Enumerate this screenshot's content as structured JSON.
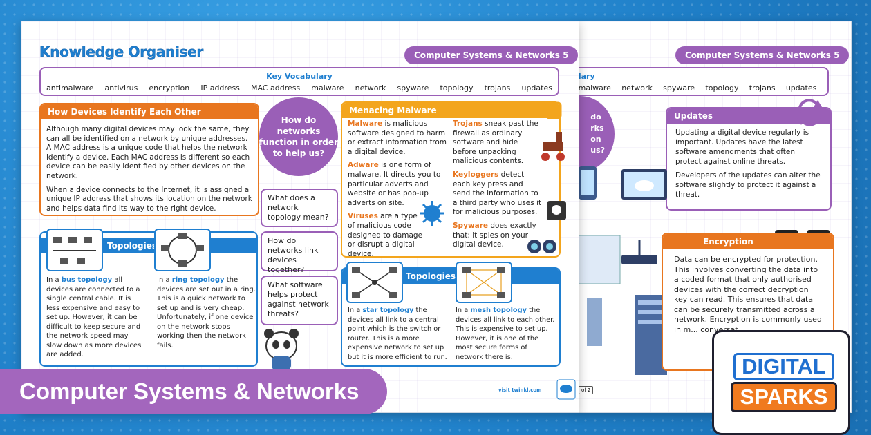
{
  "banner": {
    "title": "Computer Systems & Networks"
  },
  "logo": {
    "line1": "DIGITAL",
    "line2": "SPARKS"
  },
  "front": {
    "title": "Knowledge Organiser",
    "topic": "Computer Systems & Networks 5",
    "vocab_heading": "Key Vocabulary",
    "vocab": [
      "antimalware",
      "antivirus",
      "encryption",
      "IP address",
      "MAC address",
      "malware",
      "network",
      "spyware",
      "topology",
      "trojans",
      "updates"
    ],
    "identify": {
      "heading": "How Devices Identify Each Other",
      "p1": "Although many digital devices may look the same, they can all be identified on a network by unique addresses. A MAC address is a unique code that helps the network identify a device. Each MAC address is different so each device can be easily identified by other devices on the network.",
      "p2": "When a device connects to the Internet, it is assigned a unique IP address that shows its location on the network and helps data find its way to the right device."
    },
    "big_question": "How do networks function in order to help us?",
    "questions": [
      "What does a network topology mean?",
      "How do networks link devices together?",
      "What software helps protect against network threats?"
    ],
    "topologies1": {
      "heading": "Topologies",
      "bus_kw": "bus topology",
      "bus_pre": "In a ",
      "bus_text": "all devices are connected to a single central cable. It is less expensive and easy to set up. However, it can be difficult to keep secure and the network speed may slow down as more devices are added.",
      "ring_kw": "ring topology",
      "ring_pre": "In a ",
      "ring_text": "the devices are set out in a ring. This is a quick network to set up and is very cheap. Unfortunately, if one device on the network stops working then the network fails."
    },
    "malware": {
      "heading": "Menacing Malware",
      "malware_kw": "Malware",
      "malware_text": " is malicious software designed to harm or extract information from a digital device.",
      "adware_kw": "Adware",
      "adware_text": " is one form of malware. It directs you to particular adverts and website or has pop-up adverts on site.",
      "virus_kw": "Viruses",
      "virus_text": " are a type of malicious code designed to damage or disrupt a digital device.",
      "trojan_kw": "Trojans",
      "trojan_text": " sneak past the firewall as ordinary software and hide before unpacking malicious contents.",
      "keylog_kw": "Keyloggers",
      "keylog_text": " detect each key press and send the information to a third party who uses it for malicious purposes.",
      "spy_kw": "Spyware",
      "spy_text": " does exactly that: it spies on your digital device."
    },
    "topologies2": {
      "heading": "Topologies",
      "star_pre": "In a ",
      "star_kw": "star topology",
      "star_text": " the devices all link to a central point which is the switch or router. This is a more expensive network to set up but it is more efficient to run.",
      "mesh_pre": "In a ",
      "mesh_kw": "mesh topology",
      "mesh_text": " the devices all link to each other. This is expensive to set up. However, it is one of the most secure forms of network there is."
    },
    "footer": "visit twinkl.com"
  },
  "back": {
    "topic": "Computer Systems & Networks 5",
    "vocab_heading": "Key Vocabulary",
    "vocab_visible": [
      "malware",
      "network",
      "spyware",
      "topology",
      "trojans",
      "updates"
    ],
    "big_question_partial": "How do networks function in order to help us?",
    "updates": {
      "heading": "Updates",
      "p1": "Updating a digital device regularly is important. Updates have the latest software amendments that often protect against online threats.",
      "p2": "Developers of the updates can alter the software slightly to protect it against a threat."
    },
    "encryption": {
      "heading": "Encryption",
      "text": "Data can be encrypted for protection. This involves converting the data into a coded format that only authorised devices with the correct decryption key can read. This ensures that data can be securely transmitted across a network. Encryption is commonly used in m... conversat..."
    },
    "page_no": "of 2"
  },
  "colors": {
    "purple": "#9a5fb7",
    "orange": "#e8761f",
    "blue": "#1f7fd0",
    "yellow": "#f3a51d"
  }
}
